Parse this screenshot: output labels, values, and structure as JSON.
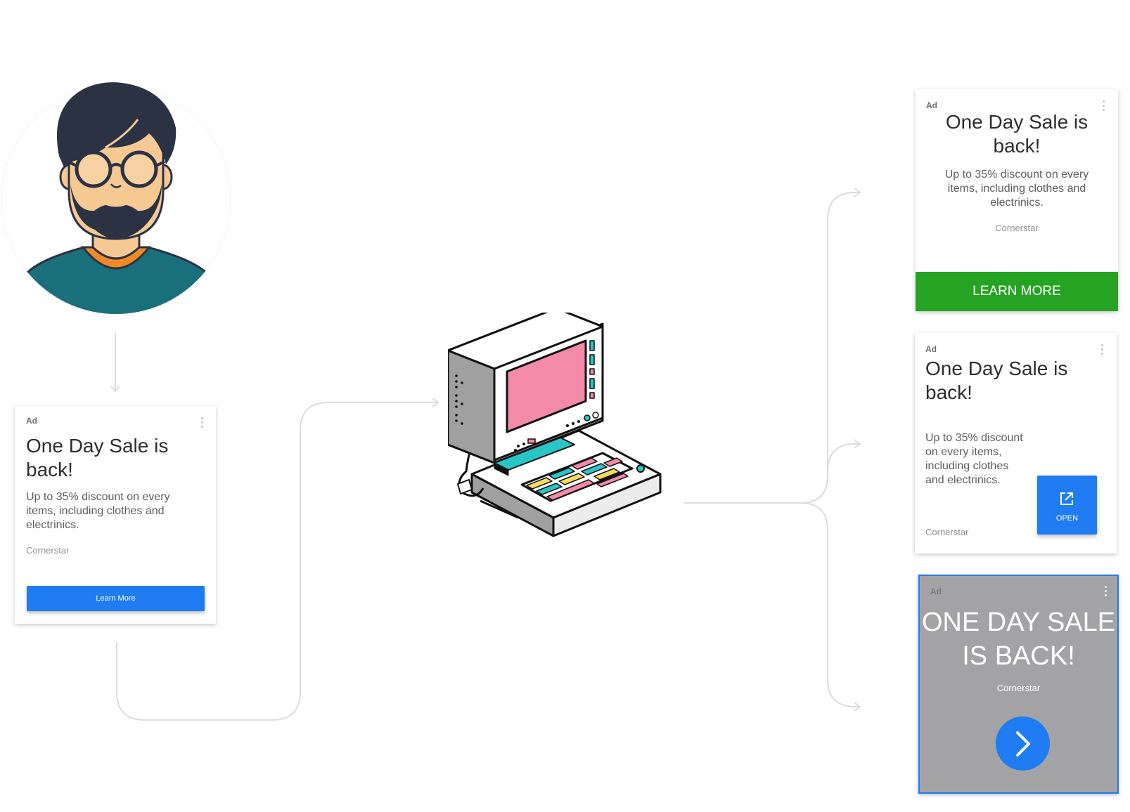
{
  "ads": {
    "original": {
      "ad_label": "Ad",
      "headline": "One Day Sale is back!",
      "body": "Up to 35% discount on every items, including clothes and electrinics.",
      "advertiser": "Cornerstar",
      "cta_label": "Learn More",
      "cta_color": "#1f7cf2"
    },
    "variant_green": {
      "ad_label": "Ad",
      "headline": "One Day Sale is back!",
      "body": "Up to 35% discount on every items, including clothes and electrinics.",
      "advertiser": "Cornerstar",
      "cta_label": "LEARN MORE",
      "cta_color": "#25a424"
    },
    "variant_open": {
      "ad_label": "Ad",
      "headline": "One Day Sale is back!",
      "body": "Up to 35% discount on every items, including clothes and electrinics.",
      "advertiser": "Cornerstar",
      "cta_label": "OPEN",
      "cta_icon": "external-link-icon",
      "cta_color": "#1f7cf2"
    },
    "variant_gray": {
      "ad_label": "Ad",
      "headline": "ONE DAY SALE IS BACK!",
      "advertiser": "Cornerstar",
      "cta_icon": "chevron-right-icon",
      "background_color": "#a3a3a5",
      "border_color": "#1f7cf2"
    }
  },
  "illustrations": {
    "user": "user-avatar-illustration",
    "computer": "retro-computer-illustration"
  },
  "colors": {
    "connector": "#dcdcdc",
    "skin": "#f6c993",
    "hair": "#2b3244",
    "shirt": "#19707a",
    "collar": "#f08a26",
    "screen": "#f28aa8",
    "accent_teal": "#29c6c8"
  }
}
